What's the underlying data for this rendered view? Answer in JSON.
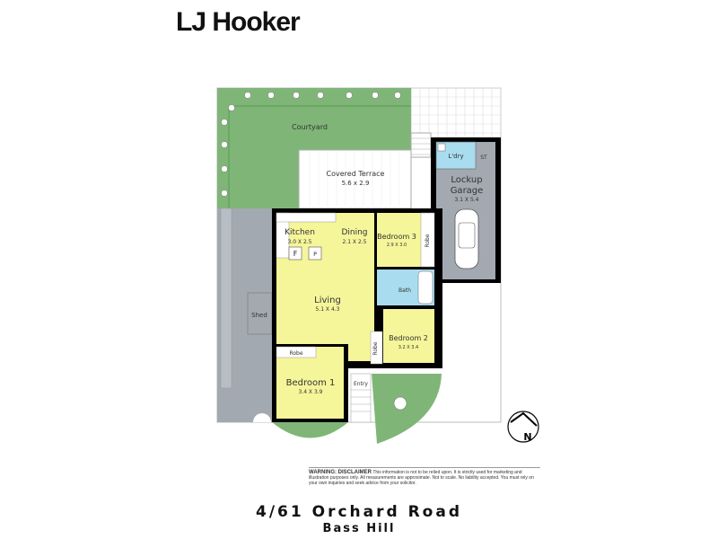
{
  "brand": {
    "logo_text": "LJ Hooker"
  },
  "rooms": {
    "courtyard": {
      "label": "Courtyard"
    },
    "terrace": {
      "label": "Covered Terrace",
      "dims": "5.6 x 2.9"
    },
    "laundry": {
      "label": "L'dry"
    },
    "storage": {
      "label": "ST"
    },
    "garage": {
      "label1": "Lockup",
      "label2": "Garage",
      "dims": "3.1 X 5.4"
    },
    "kitchen": {
      "label": "Kitchen",
      "dims": "3.0 X 2.5"
    },
    "dining": {
      "label": "Dining",
      "dims": "2.1 X 2.5"
    },
    "bedroom3": {
      "label": "Bedroom 3",
      "dims": "2.9 X 3.0"
    },
    "robe3": {
      "label": "Robe"
    },
    "bath": {
      "label": "Bath"
    },
    "living": {
      "label": "Living",
      "dims": "5.1 X 4.3"
    },
    "bedroom2": {
      "label": "Bedroom 2",
      "dims": "3.2 X 3.4"
    },
    "robe2": {
      "label": "Robe"
    },
    "robe1": {
      "label": "Robe"
    },
    "bedroom1": {
      "label": "Bedroom 1",
      "dims": "3.4 X 3.9"
    },
    "entry": {
      "label": "Entry"
    },
    "shed": {
      "label": "Shed"
    },
    "fridge": {
      "label": "F"
    },
    "pantry": {
      "label": "P"
    }
  },
  "compass": {
    "label": "N"
  },
  "disclaimer": {
    "heading": "WARNING: DISCLAIMER",
    "text": "This information is not to be relied upon. It is strictly used for marketing and illustration purposes only. All measurements are approximate. Not to scale. No liability accepted. You must rely on your own inquiries and seek advice from your solicitor."
  },
  "address": {
    "line1": "4/61 Orchard Road",
    "line2": "Bass Hill"
  },
  "colors": {
    "garden": "#7fb677",
    "living": "#f5f59a",
    "wet": "#a9dcef",
    "paving": "#a3a9b0",
    "wall": "#000000"
  }
}
